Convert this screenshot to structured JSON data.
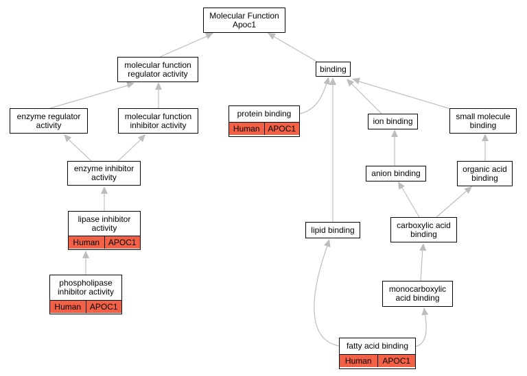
{
  "colors": {
    "edge": "#bdbdbd",
    "highlight": "#f26045",
    "border": "#000000"
  },
  "nodes": {
    "root": {
      "label": "Molecular Function\nApoc1"
    },
    "mfr": {
      "label": "molecular function\nregulator activity"
    },
    "binding": {
      "label": "binding"
    },
    "enzreg": {
      "label": "enzyme regulator\nactivity"
    },
    "mfinh": {
      "label": "molecular function\ninhibitor activity"
    },
    "protein": {
      "label": "protein binding",
      "species": "Human",
      "gene": "APOC1"
    },
    "ion": {
      "label": "ion binding"
    },
    "smallmol": {
      "label": "small molecule\nbinding"
    },
    "enzinh": {
      "label": "enzyme inhibitor\nactivity"
    },
    "anion": {
      "label": "anion binding"
    },
    "organic": {
      "label": "organic acid\nbinding"
    },
    "lipinh": {
      "label": "lipase inhibitor\nactivity",
      "species": "Human",
      "gene": "APOC1"
    },
    "lipid": {
      "label": "lipid binding"
    },
    "carbox": {
      "label": "carboxylic acid\nbinding"
    },
    "phospho": {
      "label": "phospholipase\ninhibitor activity",
      "species": "Human",
      "gene": "APOC1"
    },
    "monocarb": {
      "label": "monocarboxylic\nacid binding"
    },
    "fatty": {
      "label": "fatty acid binding",
      "species": "Human",
      "gene": "APOC1"
    }
  }
}
